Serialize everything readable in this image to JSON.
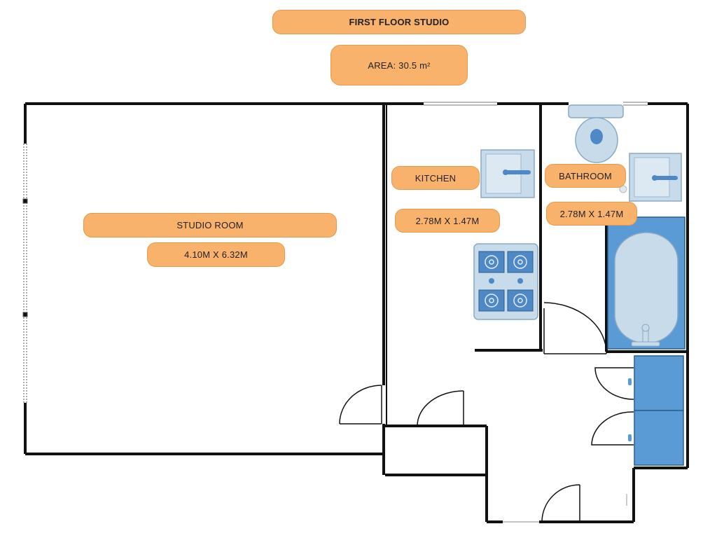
{
  "header": {
    "title": "FIRST FLOOR STUDIO",
    "area": "AREA: 30.5 m²"
  },
  "rooms": {
    "studio": {
      "name": "STUDIO ROOM",
      "dims": "4.10M X 6.32M"
    },
    "kitchen": {
      "name": "KITCHEN",
      "dims": "2.78M X 1.47M"
    },
    "bathroom": {
      "name": "BATHROOM",
      "dims": "2.78M X 1.47M"
    }
  },
  "colors": {
    "label_fill": "#f8b26b",
    "fixture_blue": "#5b9bd5",
    "wall": "#111111"
  }
}
